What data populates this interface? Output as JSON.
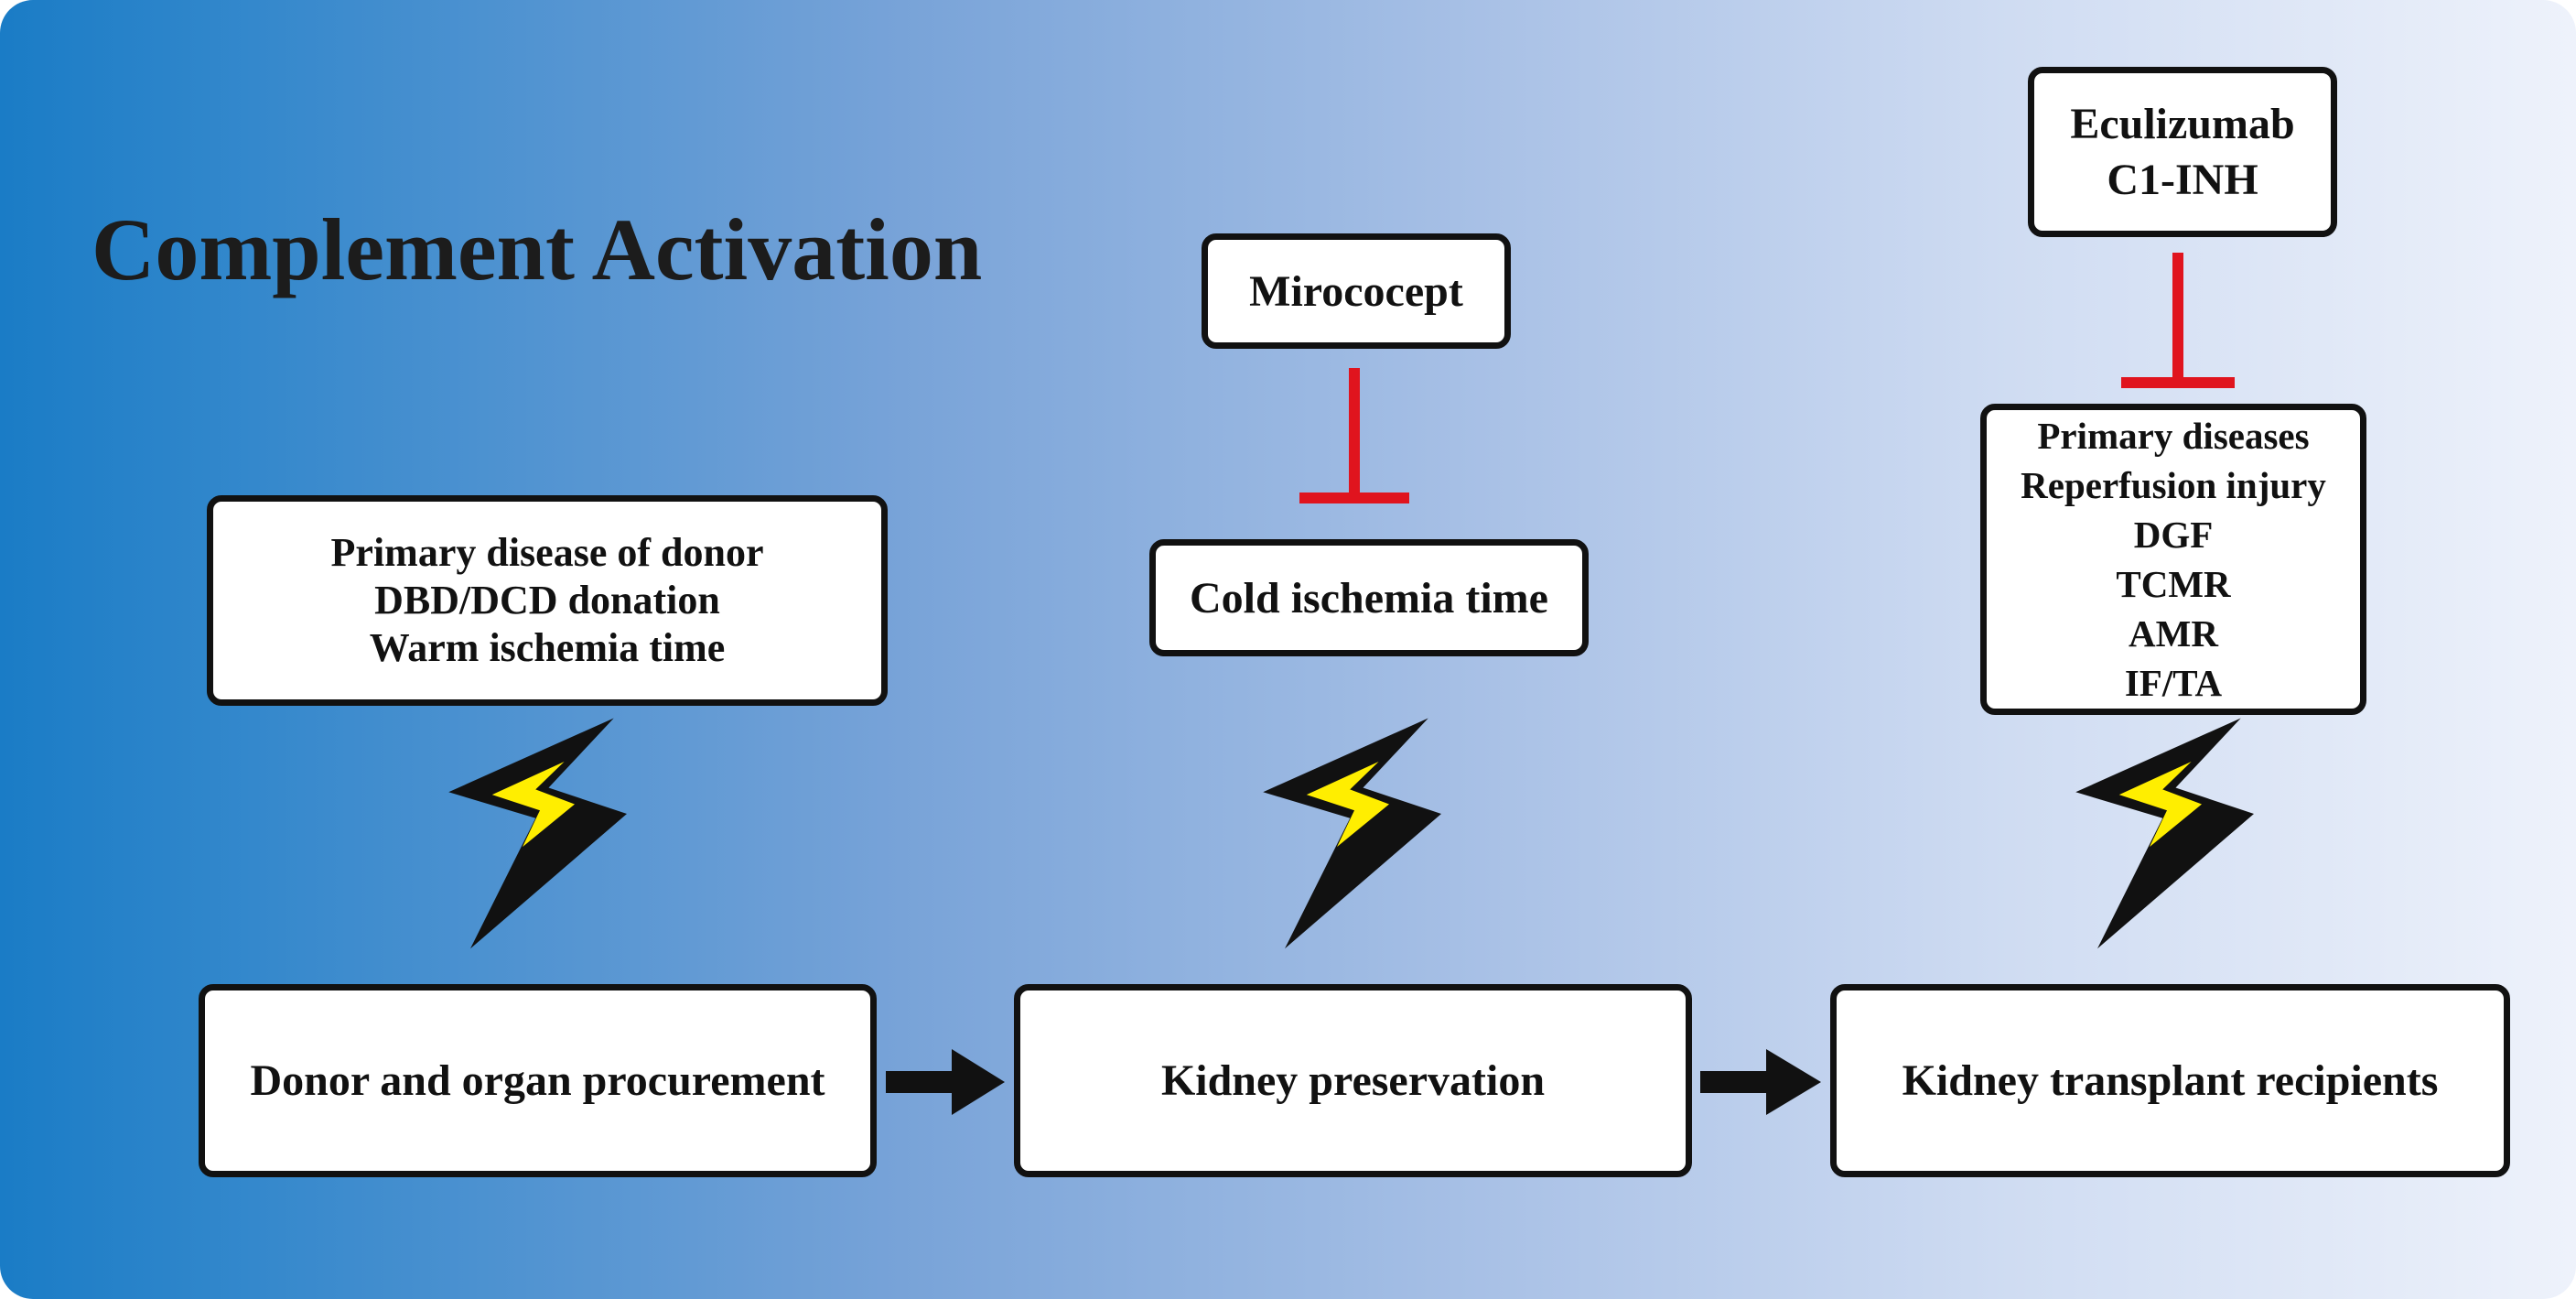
{
  "title": "Complement Activation",
  "inhibitors": {
    "mirococept": "Mirococept",
    "eculizumab": [
      "Eculizumab",
      "C1-INH"
    ]
  },
  "factors": {
    "donor": [
      "Primary disease of donor",
      "DBD/DCD donation",
      "Warm ischemia time"
    ],
    "preservation": [
      "Cold ischemia time"
    ],
    "recipient": [
      "Primary diseases",
      "Reperfusion injury",
      "DGF",
      "TCMR",
      "AMR",
      "IF/TA"
    ]
  },
  "stages": [
    "Donor and organ procurement",
    "Kidney preservation",
    "Kidney transplant recipients"
  ],
  "colors": {
    "gradient_start": "#1a7cc6",
    "gradient_end": "#eef2fb",
    "inhibition": "#e0141e",
    "bolt_fill": "#ffee00",
    "outline": "#111111"
  },
  "icons": [
    "lightning-bolt-icon",
    "arrow-right-icon",
    "inhibition-t-bar-icon"
  ]
}
